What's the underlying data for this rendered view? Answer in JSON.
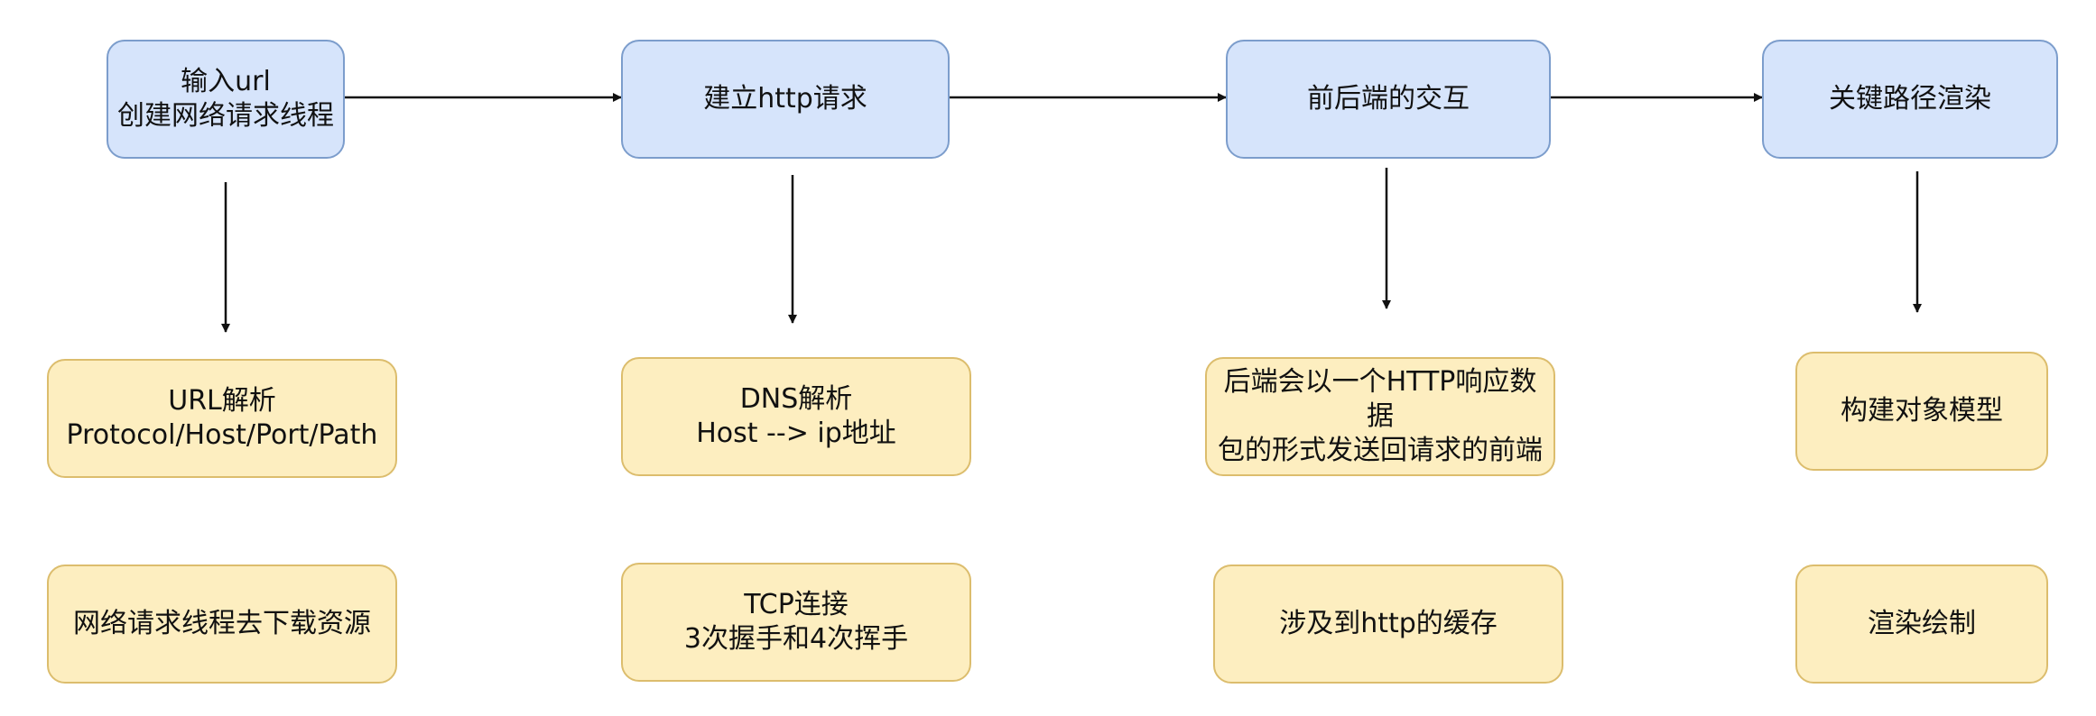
{
  "steps": [
    {
      "title": "输入url\n创建网络请求线程",
      "details": [
        "URL解析\nProtocol/Host/Port/Path",
        "网络请求线程去下载资源"
      ]
    },
    {
      "title": "建立http请求",
      "details": [
        "DNS解析\nHost  --> ip地址",
        "TCP连接\n3次握手和4次挥手"
      ]
    },
    {
      "title": "前后端的交互",
      "details": [
        "后端会以一个HTTP响应数据\n包的形式发送回请求的前端",
        "涉及到http的缓存"
      ]
    },
    {
      "title": "关键路径渲染",
      "details": [
        "构建对象模型",
        "渲染绘制"
      ]
    }
  ],
  "colors": {
    "step_fill": "#d6e4fb",
    "step_border": "#7c9dcc",
    "detail_fill": "#fdeec0",
    "detail_border": "#dcbd6d",
    "arrow": "#111111"
  }
}
